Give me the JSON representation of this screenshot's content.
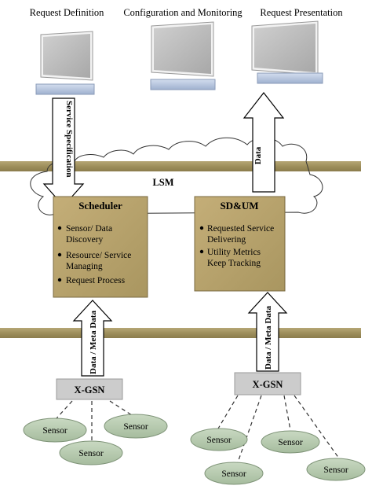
{
  "terminals": {
    "left_label": "Request Definition",
    "middle_label": "Configuration and Monitoring",
    "right_label": "Request Presentation"
  },
  "cloud": {
    "label": "LSM"
  },
  "arrows": {
    "service_spec": "Service Specification",
    "data": "Data",
    "data_meta_left": "Data / Meta Data",
    "data_meta_right": "Data / Meta Data"
  },
  "scheduler": {
    "title": "Scheduler",
    "items": [
      "Sensor/ Data",
      "Discovery",
      "Resource/ Service",
      "Managing",
      "Request Process"
    ]
  },
  "sdum": {
    "title": "SD&UM",
    "items": [
      "Requested Service",
      "Delivering",
      "Utility Metrics",
      "Keep Tracking"
    ]
  },
  "gsn": {
    "left": "X-GSN",
    "right": "X-GSN"
  },
  "sensors": {
    "label": "Sensor"
  },
  "colors": {
    "bar": "#a89968",
    "box": "#b8a26a",
    "gsn": "#cccccc",
    "sensor": "#b8cbb0",
    "screen": "#bdbdbd",
    "keyboard": "#b8c6df"
  }
}
